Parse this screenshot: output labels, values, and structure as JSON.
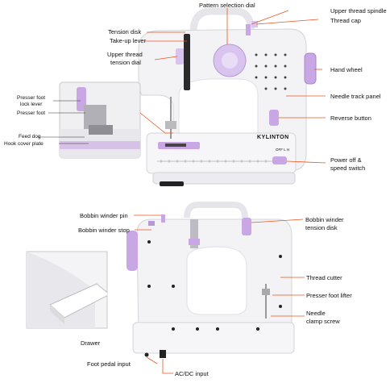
{
  "top_labels": {
    "pattern_selection_dial": "Pattern selection dial",
    "upper_thread_spindle": "Upper thread spindle",
    "thread_cap": "Thread cap",
    "tension_disk": "Tension disk",
    "take_up_lever": "Take-up lever",
    "upper_thread_tension_dial_1": "Upper thread",
    "upper_thread_tension_dial_2": "tension dial",
    "hand_wheel": "Hand wheel",
    "needle_track_panel": "Needle track panel",
    "reverse_button": "Reverse button",
    "power_off_1": "Power off &",
    "power_off_2": "speed switch",
    "presser_foot_lock_lever_1": "Presser foot",
    "presser_foot_lock_lever_2": "lock lever",
    "presser_foot": "Presser foot",
    "feed_dog": "Feed dog",
    "hook_cover_plate": "Hook cover plate"
  },
  "bottom_labels": {
    "bobbin_winder_pin": "Bobbin winder pin",
    "bobbin_winder_stop": "Bobbin winder stop",
    "bobbin_winder_tension_disk_1": "Bobbin winder",
    "bobbin_winder_tension_disk_2": "tension disk",
    "thread_cutter": "Thread cutter",
    "presser_foot_lifter": "Presser foot lifter",
    "needle_clamp_screw_1": "Needle",
    "needle_clamp_screw_2": "clamp screw",
    "drawer": "Drawer",
    "foot_pedal_input": "Foot pedal input",
    "ac_dc_input": "AC/DC input"
  },
  "machine": {
    "brand": "KYLINTON",
    "switch_text": "OFF  L  H"
  },
  "colors": {
    "accent_purple": "#c9a7e4",
    "leader_line": "#e8561f",
    "body_white": "#f4f4f6"
  }
}
